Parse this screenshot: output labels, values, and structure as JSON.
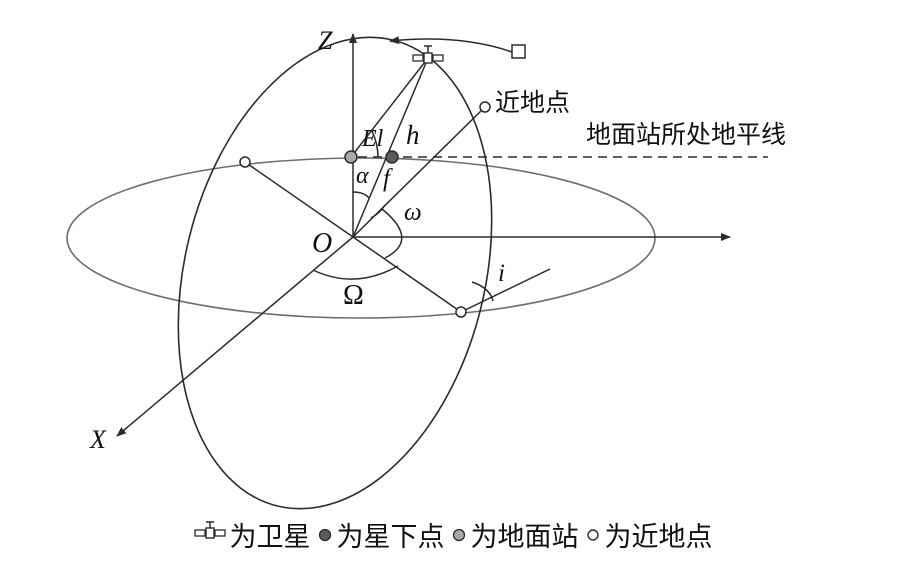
{
  "labels": {
    "z_axis": "Z",
    "x_axis": "X",
    "origin": "O",
    "perigee": "近地点",
    "horizon": "地面站所处地平线",
    "elevation": "El",
    "height": "h",
    "alpha": "α",
    "f": "f",
    "omega_small": "ω",
    "omega_big": "Ω",
    "inclination": "i"
  },
  "legend": {
    "satellite": "为卫星",
    "subpoint": "为星下点",
    "ground_station": "为地面站",
    "perigee": "为近地点"
  },
  "colors": {
    "line": "#2b2b2b",
    "equator": "#6e6e6e",
    "subpoint_fill": "#5c5c5c",
    "station_fill": "#a8a8a8",
    "perigee_fill": "#ffffff"
  }
}
